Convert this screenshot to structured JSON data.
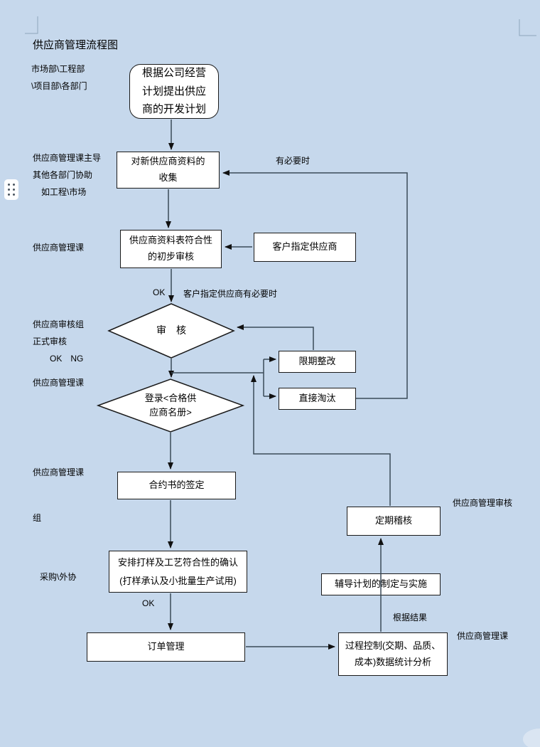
{
  "title": "供应商管理流程图",
  "colors": {
    "page_bg": "#c6d8ec",
    "box_bg": "#ffffff",
    "box_border": "#1a1a1a",
    "line": "#3a4a58",
    "corner_mark": "#8ea6bd"
  },
  "nodes": {
    "start": "根据公司经营\n计划提出供应\n商的开发计划",
    "collect": "对新供应商资料的\n收集",
    "initial_review": "供应商资料表符合性\n的初步审核",
    "customer_designated": "客户指定供应商",
    "audit_decision": "审　核",
    "register_decision": "登录<合格供\n应商名册>",
    "rectify": "限期整改",
    "eliminate": "直接淘汰",
    "contract": "合约书的签定",
    "periodic_audit": "定期稽核",
    "sampling": "安排打样及工艺符合性的确认\n(打样承认及小批量生产试用)",
    "coaching": "辅导计划的制定与实施",
    "order_management": "订单管理",
    "process_control": "过程控制(交期、品质、\n成本)数据统计分析"
  },
  "side_labels": {
    "start_dept": "市场部\\工程部\n\\项目部\\各部门",
    "collect_owner": "供应商管理课主导\n其他各部门协助\n　如工程\\市场",
    "review_owner": "供应商管理课",
    "audit_owner": "供应商审核组\n正式审核\n　　OK　NG",
    "register_owner": "供应商管理课",
    "contract_owner": "供应商管理课",
    "contract_owner_group": "组",
    "sampling_owner": "采购\\外协",
    "periodic_audit_owner": "供应商管理审核",
    "process_owner": "供应商管理课"
  },
  "edge_labels": {
    "when_necessary": "有必要时",
    "ok_review": "OK",
    "customer_when_necessary": "客户指定供应商有必要时",
    "ok_sampling": "OK",
    "per_result": "根据结果"
  }
}
